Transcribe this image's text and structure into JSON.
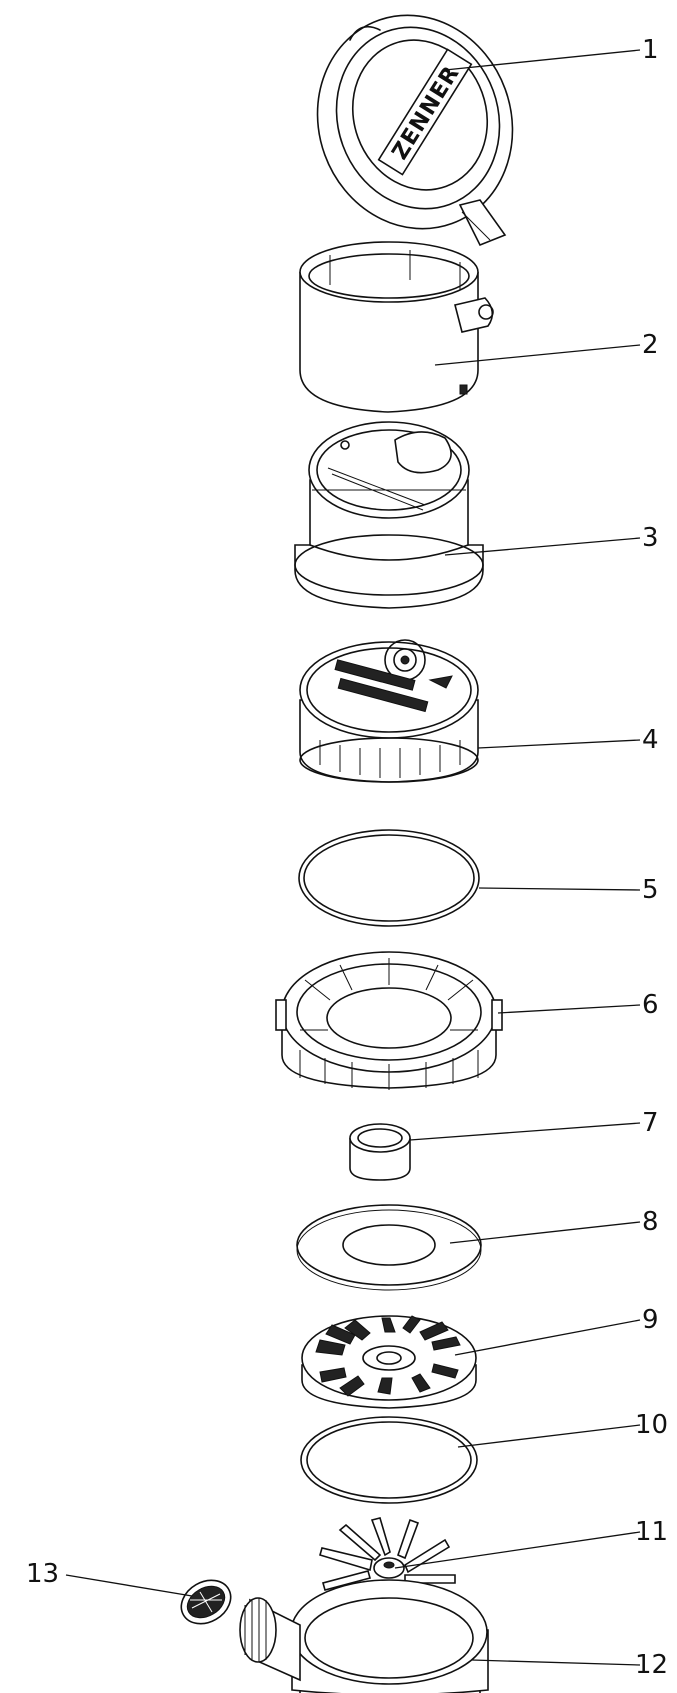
{
  "brand_text": "ZENNER",
  "callouts": [
    {
      "id": 1,
      "label": "1"
    },
    {
      "id": 2,
      "label": "2"
    },
    {
      "id": 3,
      "label": "3"
    },
    {
      "id": 4,
      "label": "4"
    },
    {
      "id": 5,
      "label": "5"
    },
    {
      "id": 6,
      "label": "6"
    },
    {
      "id": 7,
      "label": "7"
    },
    {
      "id": 8,
      "label": "8"
    },
    {
      "id": 9,
      "label": "9"
    },
    {
      "id": 10,
      "label": "10"
    },
    {
      "id": 11,
      "label": "11"
    },
    {
      "id": 12,
      "label": "12"
    },
    {
      "id": 13,
      "label": "13"
    }
  ]
}
